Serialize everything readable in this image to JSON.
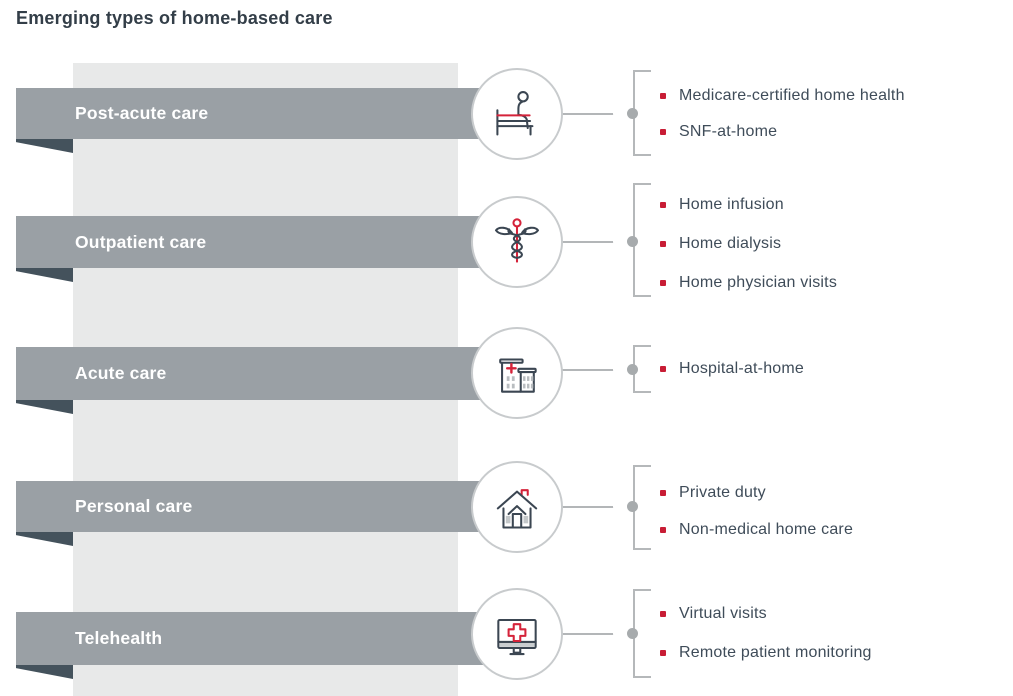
{
  "title": "Emerging types of home-based care",
  "colors": {
    "banner_gray": "#9aa0a5",
    "band_gray": "#e8e9e9",
    "fold_dark": "#44525c",
    "title_text": "#333e48",
    "list_text": "#3f4c59",
    "bullet_red": "#c81d35",
    "icon_navy": "#3b4652",
    "icon_red": "#d5233a",
    "line_gray": "#b5b8ba",
    "circle_border": "#c8cbcd"
  },
  "categories": [
    {
      "label": "Post-acute care",
      "icon": "bed-icon",
      "items": [
        "Medicare-certified home health",
        "SNF-at-home"
      ]
    },
    {
      "label": "Outpatient care",
      "icon": "caduceus-icon",
      "items": [
        "Home infusion",
        "Home dialysis",
        "Home physician visits"
      ]
    },
    {
      "label": "Acute care",
      "icon": "hospital-icon",
      "items": [
        "Hospital-at-home"
      ]
    },
    {
      "label": "Personal care",
      "icon": "house-icon",
      "items": [
        "Private duty",
        "Non-medical home care"
      ]
    },
    {
      "label": "Telehealth",
      "icon": "monitor-icon",
      "items": [
        "Virtual visits",
        "Remote patient monitoring"
      ]
    }
  ]
}
